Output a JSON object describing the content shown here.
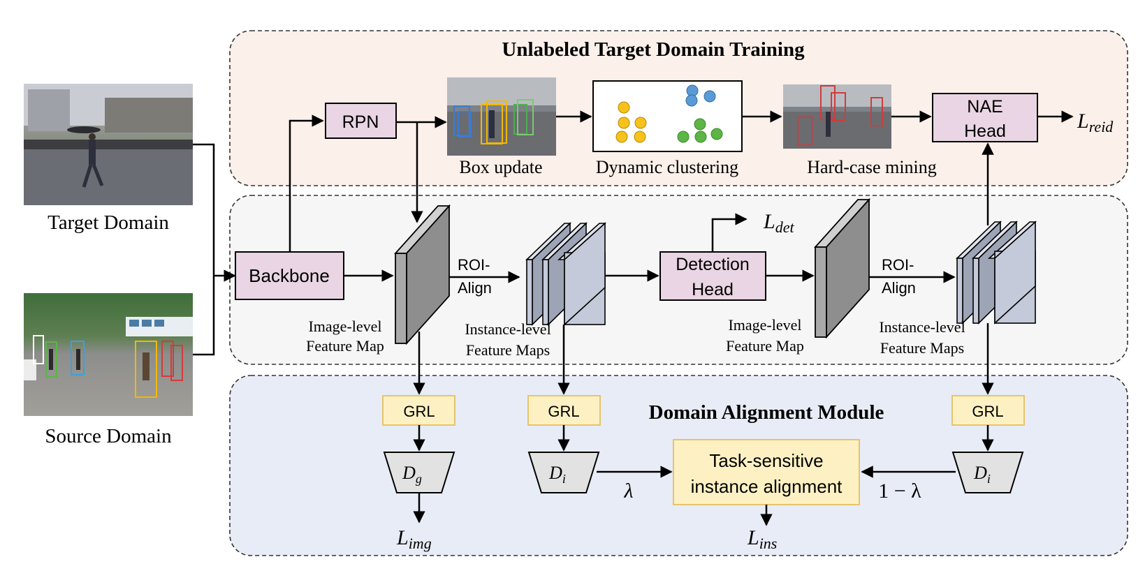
{
  "left": {
    "target_label": "Target Domain",
    "source_label": "Source Domain"
  },
  "top_panel": {
    "title": "Unlabeled Target Domain Training",
    "rpn": "RPN",
    "box_update": "Box update",
    "dynamic_clustering": "Dynamic clustering",
    "hard_case_mining": "Hard-case mining",
    "nae_head_line1": "NAE",
    "nae_head_line2": "Head",
    "l_reid_main": "L",
    "l_reid_sub": "reid"
  },
  "middle_panel": {
    "backbone": "Backbone",
    "roi_align_1a": "ROI-",
    "roi_align_1b": "Align",
    "roi_align_2a": "ROI-",
    "roi_align_2b": "Align",
    "image_level_1a": "Image-level",
    "image_level_1b": "Feature Map",
    "instance_level_1a": "Instance-level",
    "instance_level_1b": "Feature Maps",
    "detection_head_line1": "Detection",
    "detection_head_line2": "Head",
    "l_det_main": "L",
    "l_det_sub": "det",
    "image_level_2a": "Image-level",
    "image_level_2b": "Feature Map",
    "instance_level_2a": "Instance-level",
    "instance_level_2b": "Feature Maps"
  },
  "bottom_panel": {
    "title": "Domain Alignment Module",
    "grl_1": "GRL",
    "grl_2": "GRL",
    "grl_3": "GRL",
    "dg_main": "D",
    "dg_sub": "g",
    "di1_main": "D",
    "di1_sub": "i",
    "di2_main": "D",
    "di2_sub": "i",
    "lambda": "λ",
    "one_minus_lambda": "1 − λ",
    "task_line1": "Task-sensitive",
    "task_line2": "instance alignment",
    "l_img_main": "L",
    "l_img_sub": "img",
    "l_ins_main": "L",
    "l_ins_sub": "ins"
  },
  "colors": {
    "top_panel_bg": "#fbf0ea",
    "middle_panel_bg": "#f6f6f6",
    "bottom_panel_bg": "#e8ecf6",
    "pink_box": "#e9d5e3",
    "grl_box": "#fdf1c4",
    "grl_border": "#e6c46a",
    "feature_dark": "#a9a9a9",
    "feature_blue": "#c4cad9",
    "discriminator": "#e2e2e2",
    "cluster_yellow": "#f7c21b",
    "cluster_blue": "#5b9bd5",
    "cluster_green": "#5cb545",
    "box_red": "#d23b3b",
    "box_yellow": "#f5b800",
    "box_green": "#4caf50",
    "box_blue": "#3a7bd5"
  }
}
